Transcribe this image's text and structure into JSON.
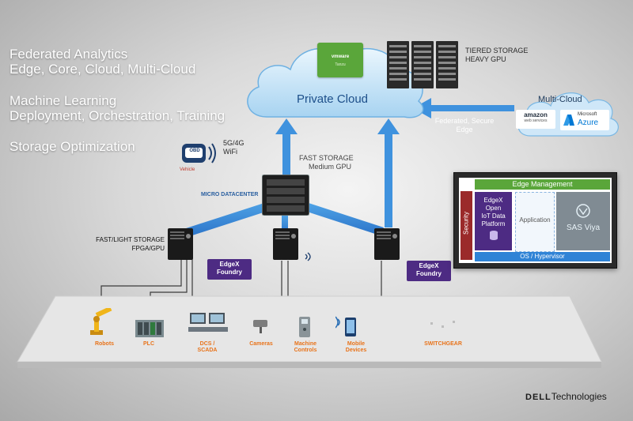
{
  "headline": {
    "line1": "Federated Analytics",
    "line2": "Edge, Core, Cloud, Multi-Cloud",
    "line3": "Machine Learning",
    "line4": "Deployment, Orchestration, Training",
    "line5": "Storage Optimization"
  },
  "cloud": {
    "label": "Private Cloud",
    "badge_brand": "vmware",
    "badge_sub": "Tanzu"
  },
  "tiered_storage": {
    "line1": "TIERED STORAGE",
    "line2": "HEAVY GPU"
  },
  "multicloud": {
    "label": "Multi-Cloud",
    "amazon": "amazon",
    "amazon_sub": "web services",
    "azure_1": "Microsoft",
    "azure_2": "Azure"
  },
  "federated": {
    "line1": "Federated, Secure",
    "line2": "Edge"
  },
  "vehicle": {
    "label": "Vehicle",
    "obd": "OBD",
    "net1": "5G/4G",
    "net2": "WiFi"
  },
  "fast_storage": {
    "line1": "FAST STORAGE",
    "line2": "Medium GPU"
  },
  "micro_datacenter": "MICRO DATACENTER",
  "fast_light": {
    "line1": "FAST/LIGHT STORAGE",
    "line2": "FPGA/GPU"
  },
  "edgex_badge": {
    "line1": "EdgeX",
    "line2": "Foundry"
  },
  "edge_panel": {
    "management": "Edge Management",
    "security": "Security",
    "edgex_1": "EdgeX",
    "edgex_2": "Open",
    "edgex_3": "IoT Data",
    "edgex_4": "Platform",
    "application": "Application",
    "sas": "SAS Viya",
    "os": "OS / Hypervisor"
  },
  "devices": {
    "robots": "Robots",
    "plc": "PLC",
    "dcs_1": "DCS /",
    "dcs_2": "SCADA",
    "cameras": "Cameras",
    "machine_1": "Machine",
    "machine_2": "Controls",
    "mobile_1": "Mobile",
    "mobile_2": "Devices",
    "switchgear": "SWITCHGEAR"
  },
  "logo": {
    "brand": "DELL",
    "suffix": "Technologies"
  },
  "colors": {
    "accent_blue": "#2f7fd1",
    "edgex_purple": "#4d2b83",
    "management_green": "#5aa63a",
    "security_red": "#9b2a2a",
    "os_blue": "#2f83d6",
    "device_label_orange": "#e8731a"
  }
}
